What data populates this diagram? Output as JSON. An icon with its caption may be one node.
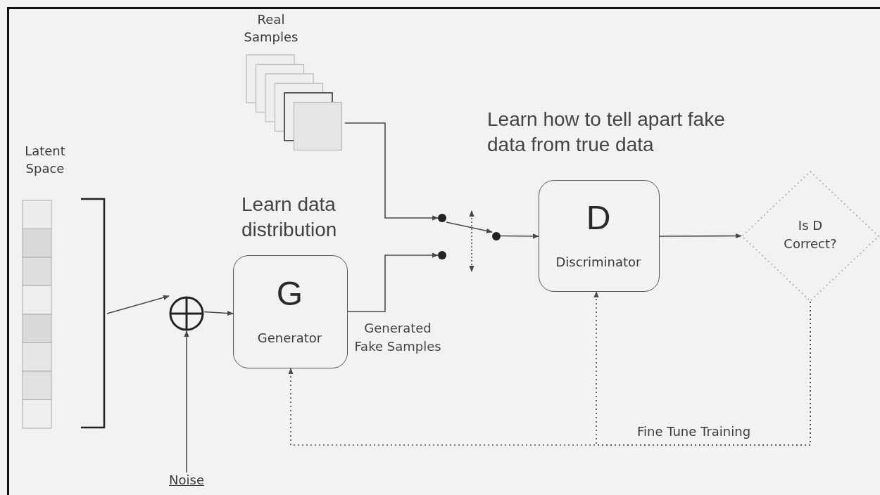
{
  "diagram": {
    "nodes": [
      {
        "text": [
          "Latent Space"
        ]
      },
      {
        "text": [],
        "shape": "circle"
      },
      {
        "text": [
          "Noise"
        ]
      },
      {
        "text": [
          "G",
          "Generator"
        ]
      },
      {
        "text": [
          "Real Samples"
        ]
      },
      {
        "text": [],
        "shape": "circle"
      },
      {
        "text": [],
        "shape": "circle"
      },
      {
        "text": [],
        "shape": "circle"
      },
      {
        "text": [
          "D",
          "Discriminator"
        ]
      },
      {
        "text": [
          "Is D Correct?"
        ]
      }
    ],
    "edges": [
      {
        "from": 0,
        "to": 1,
        "arrow": "to"
      },
      {
        "from": 2,
        "to": 1,
        "arrow": "to"
      },
      {
        "from": 1,
        "to": 3,
        "arrow": "to"
      },
      {
        "from": 4,
        "to": 5,
        "arrow": "to"
      },
      {
        "from": 3,
        "to": 6,
        "arrow": "to"
      },
      {
        "from": 5,
        "to": 7,
        "arrow": "to"
      },
      {
        "from": 7,
        "to": 8,
        "arrow": "to"
      },
      {
        "from": 8,
        "to": 9,
        "arrow": "to"
      },
      {
        "from": 9,
        "to": 8,
        "arrow": "to",
        "style": "dashed",
        "label": "Fine Tune Training"
      },
      {
        "from": 9,
        "to": 3,
        "arrow": "to",
        "style": "dashed"
      }
    ],
    "labels": [
      "Learn how to tell apart fake data from true data",
      "Learn data distribution",
      "Generated Fake Samples"
    ]
  }
}
